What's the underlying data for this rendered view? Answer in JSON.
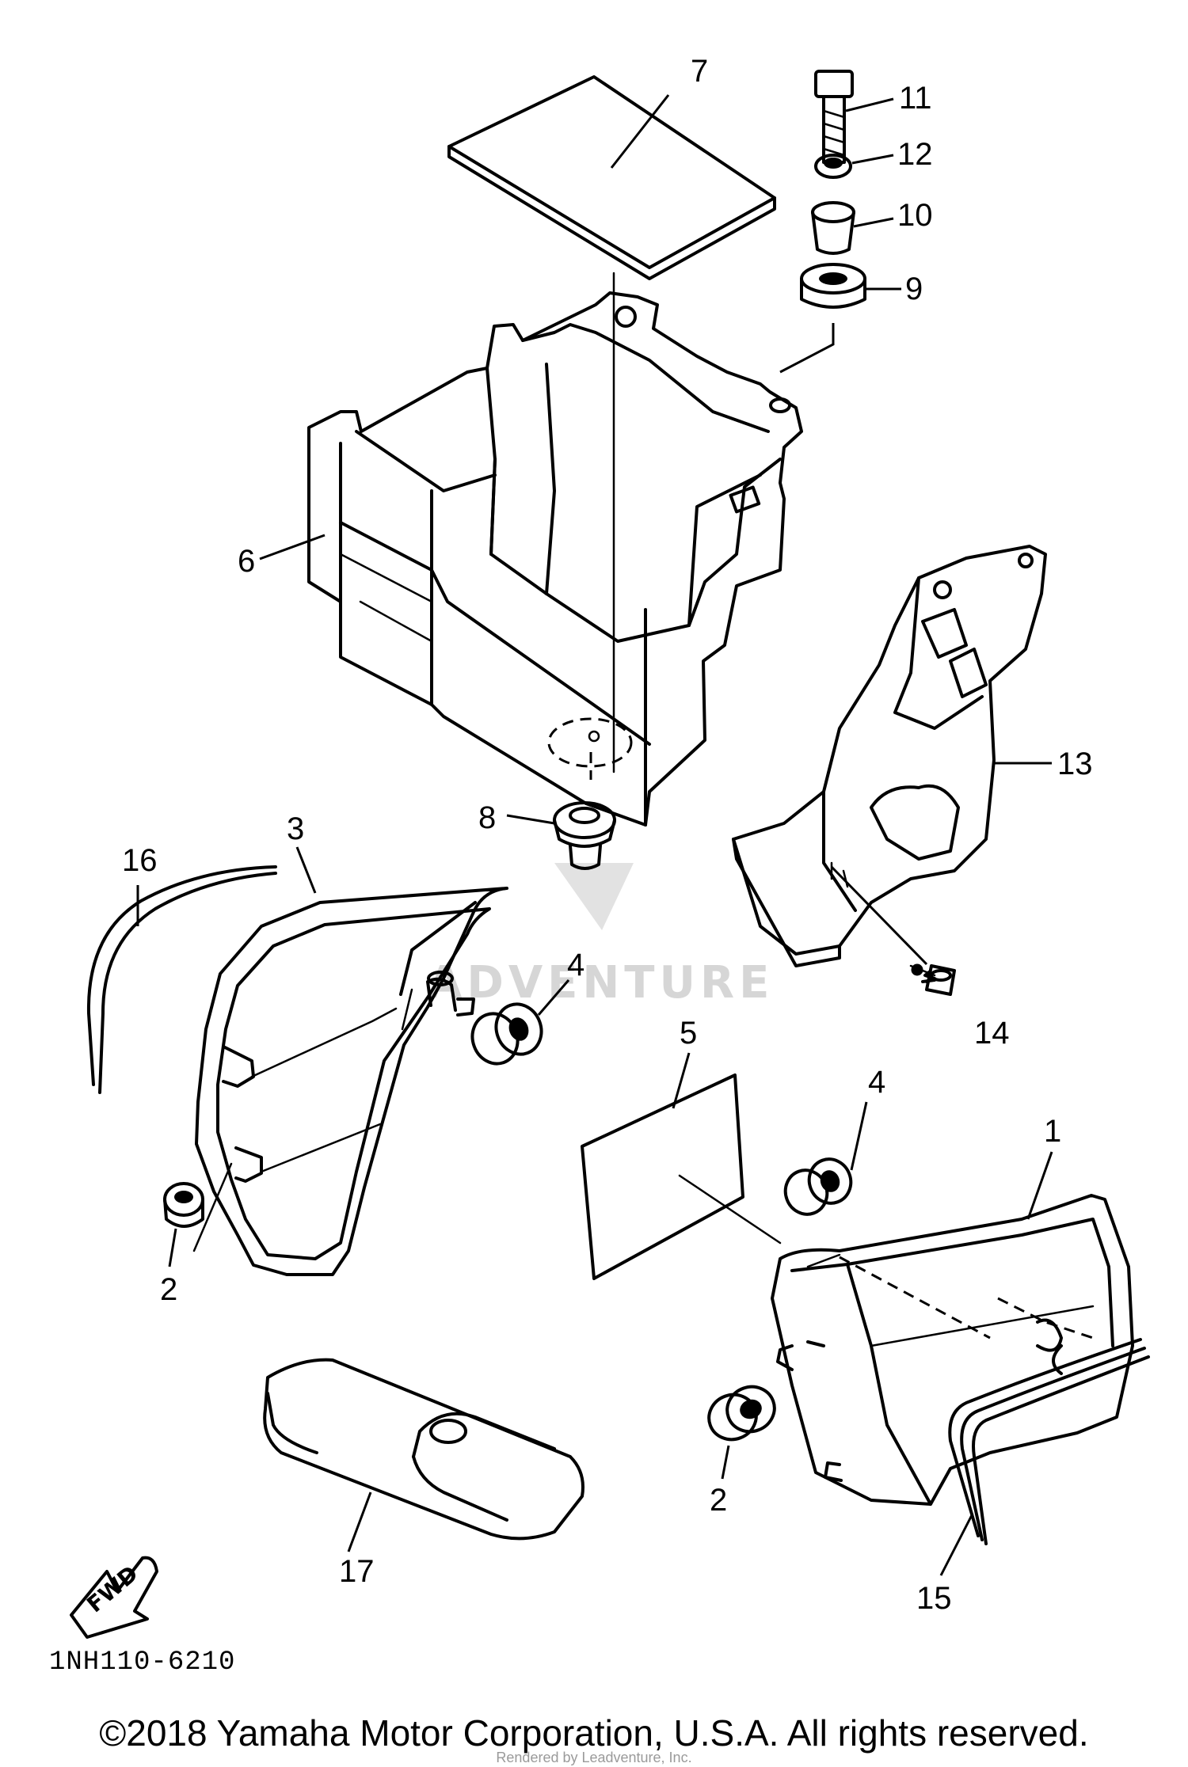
{
  "diagram": {
    "callouts": [
      "7",
      "11",
      "12",
      "10",
      "9",
      "6",
      "13",
      "8",
      "16",
      "3",
      "4",
      "14",
      "5",
      "4",
      "1",
      "2",
      "2",
      "17",
      "15"
    ],
    "part_code": "1NH110-6210",
    "arrow_label": "FWD",
    "watermark": "ADVENTURE"
  },
  "footer": {
    "copyright": "©2018 Yamaha Motor Corporation, U.S.A. All rights reserved.",
    "render_note": "Rendered by Leadventure, Inc."
  }
}
